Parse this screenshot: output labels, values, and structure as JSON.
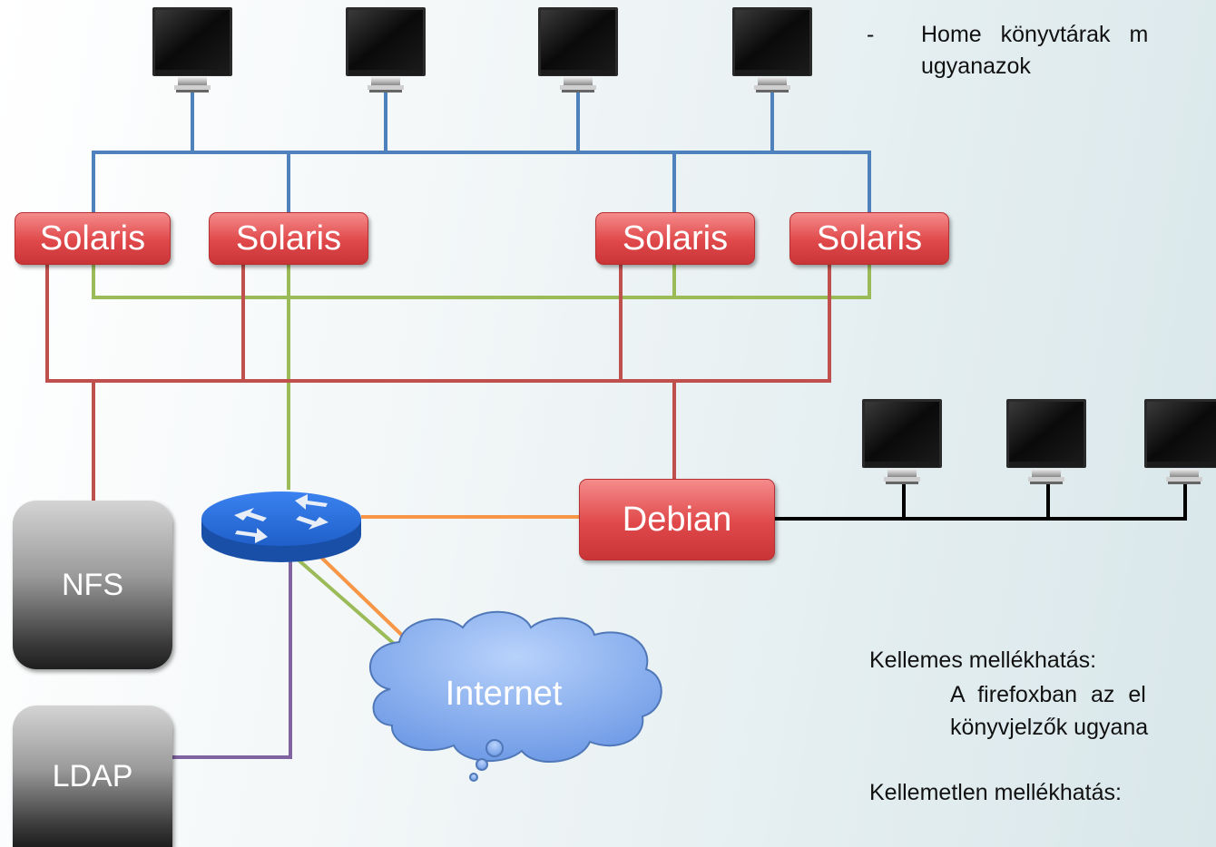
{
  "nodes": {
    "solaris_1": "Solaris",
    "solaris_2": "Solaris",
    "solaris_3": "Solaris",
    "solaris_4": "Solaris",
    "debian": "Debian",
    "nfs": "NFS",
    "ldap": "LDAP",
    "internet": "Internet"
  },
  "text": {
    "bullet_dash": "-",
    "bullet_line1": "Home könyvtárak m",
    "bullet_line2": "ugyanazok",
    "pleasant_heading": "Kellemes mellékhatás:",
    "pleasant_line1": "A firefoxban az el",
    "pleasant_line2": "könyvjelzők ugyana",
    "unpleasant_heading": "Kellemetlen mellékhatás:"
  },
  "colors": {
    "blue_link": "#4f81bd",
    "red_link": "#c0504d",
    "green_link": "#9bbb59",
    "orange_link": "#f79646",
    "purple_link": "#8064a2",
    "black_link": "#000000",
    "solaris_fill": "#e0484a",
    "cloud_fill": "#8fb4f0",
    "router_fill": "#2a6bd8"
  },
  "icons": [
    "monitor-icon",
    "router-icon",
    "cloud-icon"
  ]
}
